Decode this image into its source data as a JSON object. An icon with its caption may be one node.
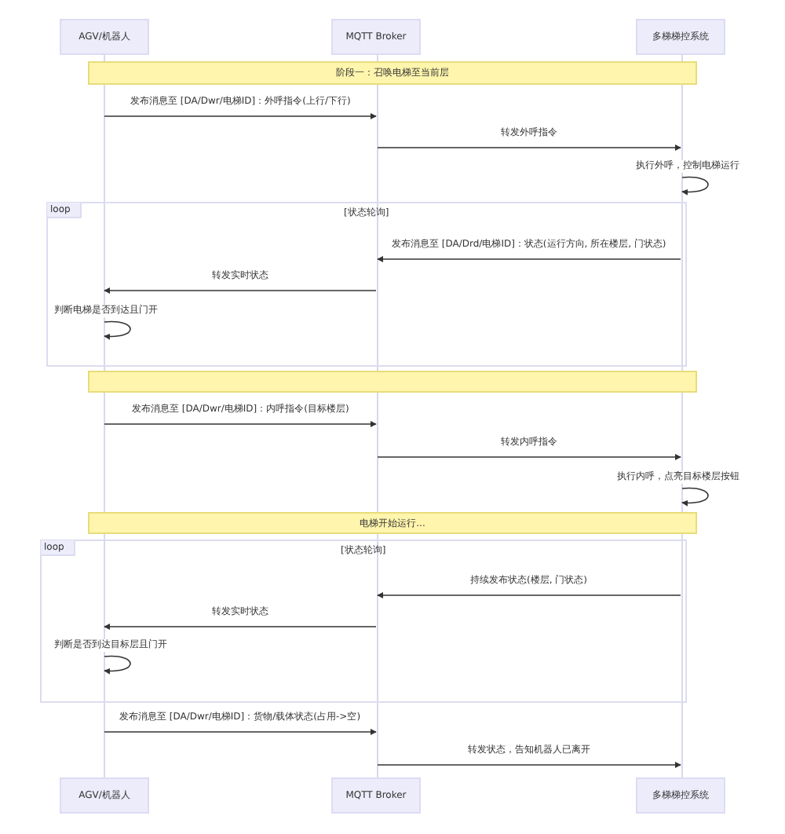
{
  "diagram": {
    "nodes": [
      {
        "text": [
          "AGV/机器人"
        ]
      },
      {
        "text": [
          "MQTT Broker"
        ]
      },
      {
        "text": [
          "多梯梯控系统"
        ]
      },
      {
        "text": [],
        "shape": "bar"
      },
      {
        "text": [],
        "shape": "bar"
      },
      {
        "text": [],
        "shape": "bar"
      },
      {
        "text": [
          "阶段一：召唤电梯至当前层"
        ]
      },
      {
        "text": [],
        "shape": "box"
      },
      {
        "text": [
          "电梯开始运行..."
        ]
      },
      {
        "text": [
          "AGV/机器人"
        ]
      },
      {
        "text": [
          "MQTT Broker"
        ]
      },
      {
        "text": [
          "多梯梯控系统"
        ]
      }
    ],
    "edges": [
      {
        "from": 3,
        "to": 4,
        "arrow": "to",
        "label": "发布消息至 [DA/Dwr/电梯ID]：外呼指令(上行/下行)"
      },
      {
        "from": 4,
        "to": 5,
        "arrow": "to",
        "label": "转发外呼指令"
      },
      {
        "from": 5,
        "to": 5,
        "arrow": "to",
        "label": "执行外呼，控制电梯运行"
      },
      {
        "from": 5,
        "to": 4,
        "arrow": "to",
        "label": "发布消息至 [DA/Drd/电梯ID]：状态(运行方向, 所在楼层, 门状态)"
      },
      {
        "from": 4,
        "to": 3,
        "arrow": "to",
        "label": "转发实时状态"
      },
      {
        "from": 3,
        "to": 3,
        "arrow": "to",
        "label": "判断电梯是否到达且门开"
      },
      {
        "from": 3,
        "to": 4,
        "arrow": "to",
        "label": "发布消息至 [DA/Dwr/电梯ID]：内呼指令(目标楼层)"
      },
      {
        "from": 4,
        "to": 5,
        "arrow": "to",
        "label": "转发内呼指令"
      },
      {
        "from": 5,
        "to": 5,
        "arrow": "to",
        "label": "执行内呼，点亮目标楼层按钮"
      },
      {
        "from": 5,
        "to": 4,
        "arrow": "to",
        "label": "持续发布状态(楼层, 门状态)"
      },
      {
        "from": 4,
        "to": 3,
        "arrow": "to",
        "label": "转发实时状态"
      },
      {
        "from": 3,
        "to": 3,
        "arrow": "to",
        "label": "判断是否到达目标层且门开"
      },
      {
        "from": 3,
        "to": 4,
        "arrow": "to",
        "label": "发布消息至 [DA/Dwr/电梯ID]：货物/载体状态(占用->空)"
      },
      {
        "from": 4,
        "to": 5,
        "arrow": "to",
        "label": "转发状态，告知机器人已离开"
      }
    ],
    "labels": [
      "loop",
      "[状态轮询]",
      "loop",
      "[状态轮询]"
    ]
  }
}
